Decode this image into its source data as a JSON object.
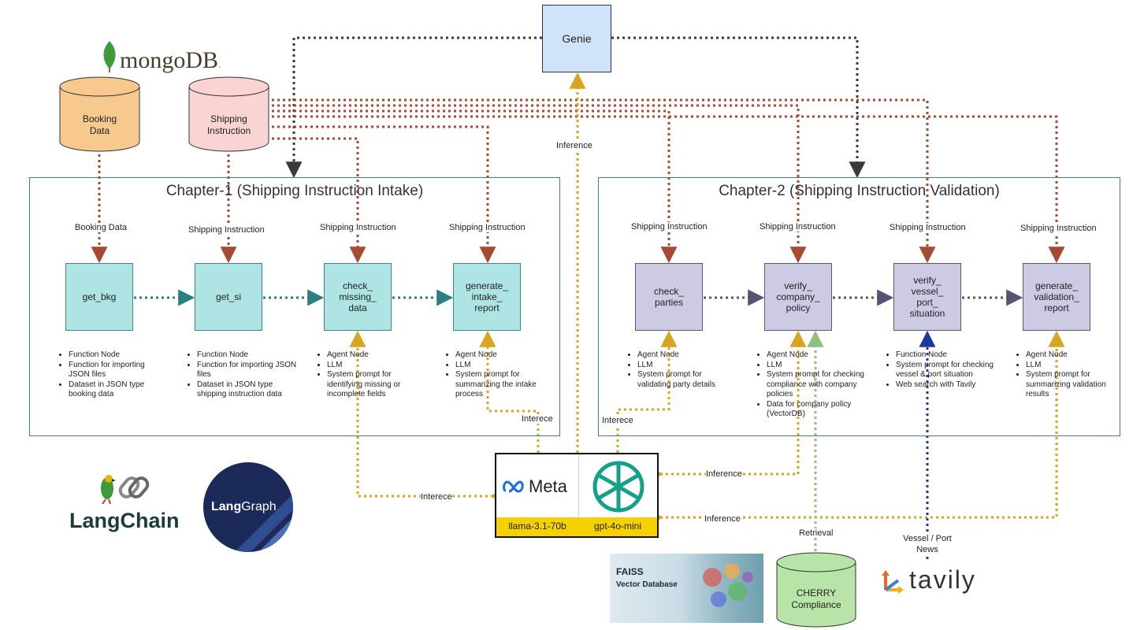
{
  "genie": {
    "label": "Genie"
  },
  "mongodb": {
    "logo_text": "mongoDB",
    "trademark": "."
  },
  "stores": {
    "booking": {
      "label": "Booking\nData",
      "color": "#f7c98e"
    },
    "shipping": {
      "label": "Shipping\nInstruction",
      "color": "#f9d4d2"
    },
    "cherry": {
      "label": "CHERRY\nCompliance",
      "color": "#b9e4a8"
    }
  },
  "chapter1": {
    "title": "Chapter-1 (Shipping Instruction Intake)",
    "input_labels": [
      "Booking Data",
      "Shipping Instruction",
      "Shipping Instruction",
      "Shipping Instruction"
    ],
    "nodes": [
      {
        "label": "get_bkg",
        "bullets": [
          "Function Node",
          "Function for importing JSON files",
          "Dataset in JSON type booking data"
        ]
      },
      {
        "label": "get_si",
        "bullets": [
          "Function Node",
          "Function for importing JSON files",
          "Dataset in JSON type shipping instruction data"
        ]
      },
      {
        "label": "check_\nmissing_\ndata",
        "bullets": [
          "Agent Node",
          "LLM",
          "System prompt for identifying missing or incomplete fields"
        ]
      },
      {
        "label": "generate_\nintake_\nreport",
        "bullets": [
          "Agent Node",
          "LLM",
          "System prompt for summarizing the intake process"
        ]
      }
    ]
  },
  "chapter2": {
    "title": "Chapter-2 (Shipping Instruction Validation)",
    "input_labels": [
      "Shipping Instruction",
      "Shipping Instruction",
      "Shipping Instruction",
      "Shipping Instruction"
    ],
    "nodes": [
      {
        "label": "check_\nparties",
        "bullets": [
          "Agent Node",
          "LLM",
          "System prompt for validating party details"
        ]
      },
      {
        "label": "verify_\ncompany_\npolicy",
        "bullets": [
          "Agent Node",
          "LLM",
          "System prompt for checking compliance with company policies",
          "Data for company policy (VectorDB)"
        ]
      },
      {
        "label": "verify_\nvessel_\nport_\nsituation",
        "bullets": [
          "Function Node",
          "System prompt for checking vessel & port situation",
          "Web search with Tavily"
        ]
      },
      {
        "label": "generate_\nvalidation_\nreport",
        "bullets": [
          "Agent Node",
          "LLM",
          "System prompt for summarizing validation results"
        ]
      }
    ]
  },
  "edge_labels": {
    "inference_top": "Inference",
    "interece_right": "Interece",
    "interece_bottom": "Interece",
    "interece_left": "Interece",
    "inference_policy": "Inference",
    "inference_report": "Inference",
    "retrieval": "Retrieval",
    "vessel_news": "Vessel / Port\nNews"
  },
  "llm": {
    "meta_label": "Meta",
    "meta_model": "llama-3.1-70b",
    "openai_model": "gpt-4o-mini",
    "model_bar_color": "#f5d100"
  },
  "logos": {
    "langchain": "LangChain",
    "langgraph_lang": "Lang",
    "langgraph_graph": "Graph",
    "faiss_title": "FAISS",
    "faiss_subtitle": "Vector Database",
    "tavily": "tavily"
  },
  "colors": {
    "teal_node": "#aee4e4",
    "lavender_node": "#cdcbe4",
    "brown_edge": "#a64b33",
    "dark_edge": "#3a3a3a",
    "gold_edge": "#d9a420",
    "green_edge": "#8fbf7a",
    "blue_edge": "#1a3aa0",
    "teal_flow": "#2a7f7f",
    "purple_flow": "#555472"
  }
}
